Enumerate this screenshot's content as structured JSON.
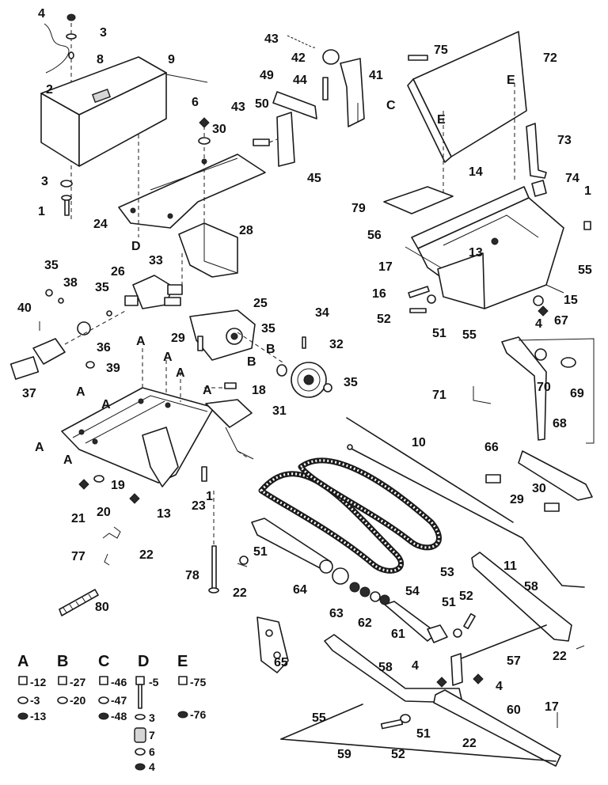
{
  "callouts": [
    {
      "id": "c4a",
      "text": "4"
    },
    {
      "id": "c3a",
      "text": "3"
    },
    {
      "id": "c8",
      "text": "8"
    },
    {
      "id": "c9",
      "text": "9"
    },
    {
      "id": "c2",
      "text": "2"
    },
    {
      "id": "c3b",
      "text": "3"
    },
    {
      "id": "c1a",
      "text": "1"
    },
    {
      "id": "c24",
      "text": "24"
    },
    {
      "id": "cDa",
      "text": "D"
    },
    {
      "id": "c6",
      "text": "6"
    },
    {
      "id": "c30a",
      "text": "30"
    },
    {
      "id": "c43a",
      "text": "43"
    },
    {
      "id": "c42",
      "text": "42"
    },
    {
      "id": "c49",
      "text": "49"
    },
    {
      "id": "c44",
      "text": "44"
    },
    {
      "id": "c41",
      "text": "41"
    },
    {
      "id": "cC",
      "text": "C"
    },
    {
      "id": "c43b",
      "text": "43"
    },
    {
      "id": "c50",
      "text": "50"
    },
    {
      "id": "c45",
      "text": "45"
    },
    {
      "id": "c75",
      "text": "75"
    },
    {
      "id": "c72",
      "text": "72"
    },
    {
      "id": "cEa",
      "text": "E"
    },
    {
      "id": "cEb",
      "text": "E"
    },
    {
      "id": "c73",
      "text": "73"
    },
    {
      "id": "c74",
      "text": "74"
    },
    {
      "id": "c14",
      "text": "14"
    },
    {
      "id": "c79",
      "text": "79"
    },
    {
      "id": "c1b",
      "text": "1"
    },
    {
      "id": "c56",
      "text": "56"
    },
    {
      "id": "c28",
      "text": "28"
    },
    {
      "id": "c33",
      "text": "33"
    },
    {
      "id": "c26",
      "text": "26"
    },
    {
      "id": "c35a",
      "text": "35"
    },
    {
      "id": "c38",
      "text": "38"
    },
    {
      "id": "c35b",
      "text": "35"
    },
    {
      "id": "c40",
      "text": "40"
    },
    {
      "id": "c36",
      "text": "36"
    },
    {
      "id": "c39",
      "text": "39"
    },
    {
      "id": "c37",
      "text": "37"
    },
    {
      "id": "c25",
      "text": "25"
    },
    {
      "id": "c29a",
      "text": "29"
    },
    {
      "id": "c35c",
      "text": "35"
    },
    {
      "id": "c34",
      "text": "34"
    },
    {
      "id": "cBa",
      "text": "B"
    },
    {
      "id": "cBb",
      "text": "B"
    },
    {
      "id": "c32",
      "text": "32"
    },
    {
      "id": "c31",
      "text": "31"
    },
    {
      "id": "c35d",
      "text": "35"
    },
    {
      "id": "c17a",
      "text": "17"
    },
    {
      "id": "c13a",
      "text": "13"
    },
    {
      "id": "c55a",
      "text": "55"
    },
    {
      "id": "c16",
      "text": "16"
    },
    {
      "id": "c15",
      "text": "15"
    },
    {
      "id": "c52a",
      "text": "52"
    },
    {
      "id": "c51a",
      "text": "51"
    },
    {
      "id": "c4b",
      "text": "4"
    },
    {
      "id": "c55b",
      "text": "55"
    },
    {
      "id": "c67",
      "text": "67"
    },
    {
      "id": "cAa",
      "text": "A"
    },
    {
      "id": "cAb",
      "text": "A"
    },
    {
      "id": "cAc",
      "text": "A"
    },
    {
      "id": "cAd",
      "text": "A"
    },
    {
      "id": "cAe",
      "text": "A"
    },
    {
      "id": "cAf",
      "text": "A"
    },
    {
      "id": "cAg",
      "text": "A"
    },
    {
      "id": "cAh",
      "text": "A"
    },
    {
      "id": "c18",
      "text": "18"
    },
    {
      "id": "c19",
      "text": "19"
    },
    {
      "id": "c21",
      "text": "21"
    },
    {
      "id": "c20",
      "text": "20"
    },
    {
      "id": "c13b",
      "text": "13"
    },
    {
      "id": "c23",
      "text": "23"
    },
    {
      "id": "c1c",
      "text": "1"
    },
    {
      "id": "c70",
      "text": "70"
    },
    {
      "id": "c69",
      "text": "69"
    },
    {
      "id": "c71",
      "text": "71"
    },
    {
      "id": "c68",
      "text": "68"
    },
    {
      "id": "c10",
      "text": "10"
    },
    {
      "id": "c66",
      "text": "66"
    },
    {
      "id": "c30b",
      "text": "30"
    },
    {
      "id": "c29b",
      "text": "29"
    },
    {
      "id": "c77",
      "text": "77"
    },
    {
      "id": "c22a",
      "text": "22"
    },
    {
      "id": "c51b",
      "text": "51"
    },
    {
      "id": "c11",
      "text": "11"
    },
    {
      "id": "c53",
      "text": "53"
    },
    {
      "id": "c78",
      "text": "78"
    },
    {
      "id": "c22b",
      "text": "22"
    },
    {
      "id": "c64",
      "text": "64"
    },
    {
      "id": "c54",
      "text": "54"
    },
    {
      "id": "c58a",
      "text": "58"
    },
    {
      "id": "c80",
      "text": "80"
    },
    {
      "id": "c63",
      "text": "63"
    },
    {
      "id": "c62",
      "text": "62"
    },
    {
      "id": "c51c",
      "text": "51"
    },
    {
      "id": "c52b",
      "text": "52"
    },
    {
      "id": "c61",
      "text": "61"
    },
    {
      "id": "c57",
      "text": "57"
    },
    {
      "id": "c22c",
      "text": "22"
    },
    {
      "id": "c65",
      "text": "65"
    },
    {
      "id": "c58b",
      "text": "58"
    },
    {
      "id": "c4c",
      "text": "4"
    },
    {
      "id": "c4d",
      "text": "4"
    },
    {
      "id": "c60",
      "text": "60"
    },
    {
      "id": "c17b",
      "text": "17"
    },
    {
      "id": "c55c",
      "text": "55"
    },
    {
      "id": "c51d",
      "text": "51"
    },
    {
      "id": "c22d",
      "text": "22"
    },
    {
      "id": "c52c",
      "text": "52"
    },
    {
      "id": "c59",
      "text": "59"
    }
  ],
  "legend": [
    {
      "key": "A",
      "items": [
        "-12",
        "-3",
        "-13"
      ]
    },
    {
      "key": "B",
      "items": [
        "-27",
        "-20"
      ]
    },
    {
      "key": "C",
      "items": [
        "-46",
        "-47",
        "-48"
      ]
    },
    {
      "key": "D",
      "items": [
        "-5",
        "3",
        "7",
        "6",
        "4"
      ]
    },
    {
      "key": "E",
      "items": [
        "-75",
        "-76"
      ]
    }
  ]
}
